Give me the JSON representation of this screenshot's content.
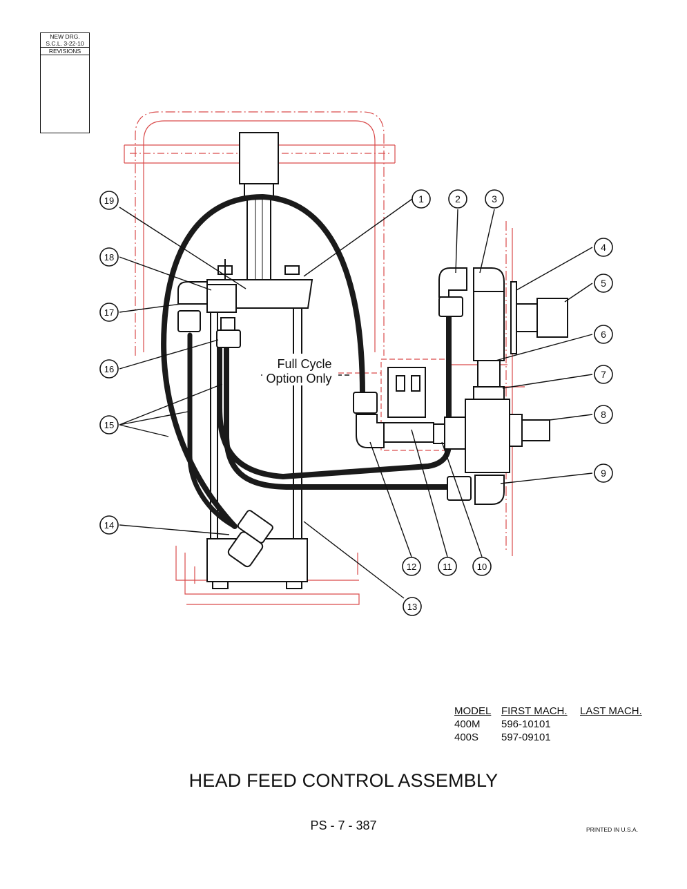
{
  "revision_box": {
    "line1": "NEW DRG.",
    "line2": "S.C.L. 3-22-10",
    "label": "REVISIONS"
  },
  "diagram": {
    "callout_note_line1": "Full Cycle",
    "callout_note_line2": "Option Only",
    "callouts": [
      "1",
      "2",
      "3",
      "4",
      "5",
      "6",
      "7",
      "8",
      "9",
      "10",
      "11",
      "12",
      "13",
      "14",
      "15",
      "16",
      "17",
      "18",
      "19"
    ],
    "colors": {
      "frame_red": "#d94a4a",
      "line_black": "#111111",
      "hose": "#1a1a1a"
    }
  },
  "model_table": {
    "headers": [
      "MODEL",
      "FIRST MACH.",
      "LAST MACH."
    ],
    "rows": [
      [
        "400M",
        "596-10101",
        ""
      ],
      [
        "400S",
        "597-09101",
        ""
      ]
    ]
  },
  "title": "HEAD FEED CONTROL ASSEMBLY",
  "page_number": "PS - 7 - 387",
  "printed": "PRINTED IN U.S.A."
}
